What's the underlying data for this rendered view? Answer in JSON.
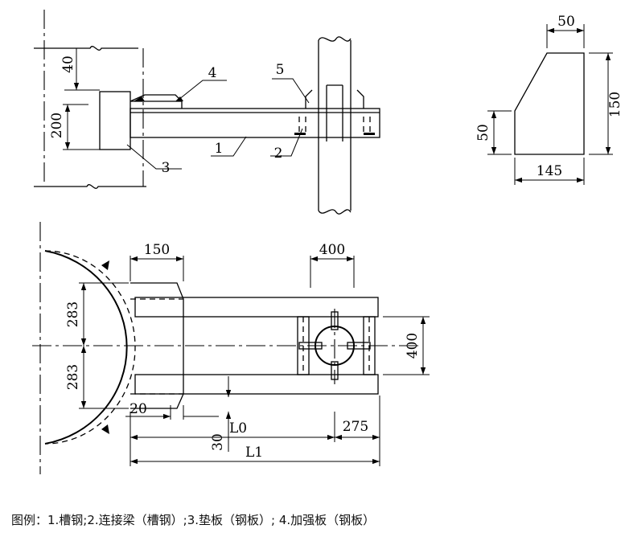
{
  "top_view": {
    "dims": {
      "d40": "40",
      "d200": "200"
    },
    "callouts": {
      "c1": "1",
      "c2": "2",
      "c3": "3",
      "c4": "4",
      "c5": "5"
    }
  },
  "plate_detail": {
    "dims": {
      "top": "50",
      "height": "150",
      "side": "50",
      "bottom": "145"
    }
  },
  "plan_view": {
    "dims": {
      "w150": "150",
      "w400": "400",
      "h283a": "283",
      "h283b": "283",
      "h400": "400",
      "d20": "20",
      "d30": "30",
      "L0": "L0",
      "d275": "275",
      "L1": "L1"
    }
  },
  "legend": {
    "text": "图例：1.槽钢;2.连接梁（槽钢）;3.垫板（钢板）; 4.加强板（钢板）"
  }
}
